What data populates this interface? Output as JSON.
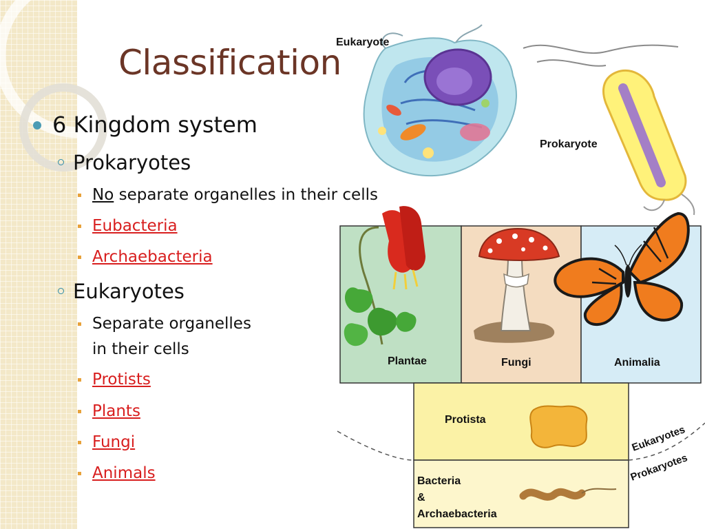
{
  "title": "Classification",
  "bullets": {
    "main": "6 Kingdom system",
    "prokaryotes": {
      "heading": "Prokaryotes",
      "note_emphasis": "No",
      "note_rest": "separate organelles in their cells",
      "links": [
        "Eubacteria",
        "Archaebacteria"
      ]
    },
    "eukaryotes": {
      "heading": "Eukaryotes",
      "note_line1": "Separate organelles",
      "note_line2": "in their cells",
      "links": [
        "Protists",
        "Plants",
        "Fungi",
        "Animals"
      ]
    }
  },
  "figures": {
    "eukaryote_label": "Eukaryote",
    "prokaryote_label": "Prokaryote",
    "kingdoms": {
      "plantae": "Plantae",
      "fungi": "Fungi",
      "animalia": "Animalia",
      "protista": "Protista",
      "bacteria_line1": "Bacteria",
      "bacteria_line2": "&",
      "bacteria_line3": "Archaebacteria"
    },
    "curve_labels": {
      "eukaryotes": "Eukaryotes",
      "prokaryotes": "Prokaryotes"
    }
  },
  "colors": {
    "title": "#6b3526",
    "link": "#d81e1e",
    "bullet_dot": "#4b9bb4",
    "plantae_box": "#bfe0c4",
    "fungi_box": "#f4dcc0",
    "animalia_box": "#d6ecf6",
    "protista_box": "#fbf2a6",
    "bacteria_box": "#fdf6cc"
  },
  "icons": [
    "eukaryote-cell-icon",
    "prokaryote-cell-icon",
    "columbine-plant-icon",
    "mushroom-icon",
    "butterfly-icon",
    "amoeba-icon",
    "bacterium-icon"
  ]
}
